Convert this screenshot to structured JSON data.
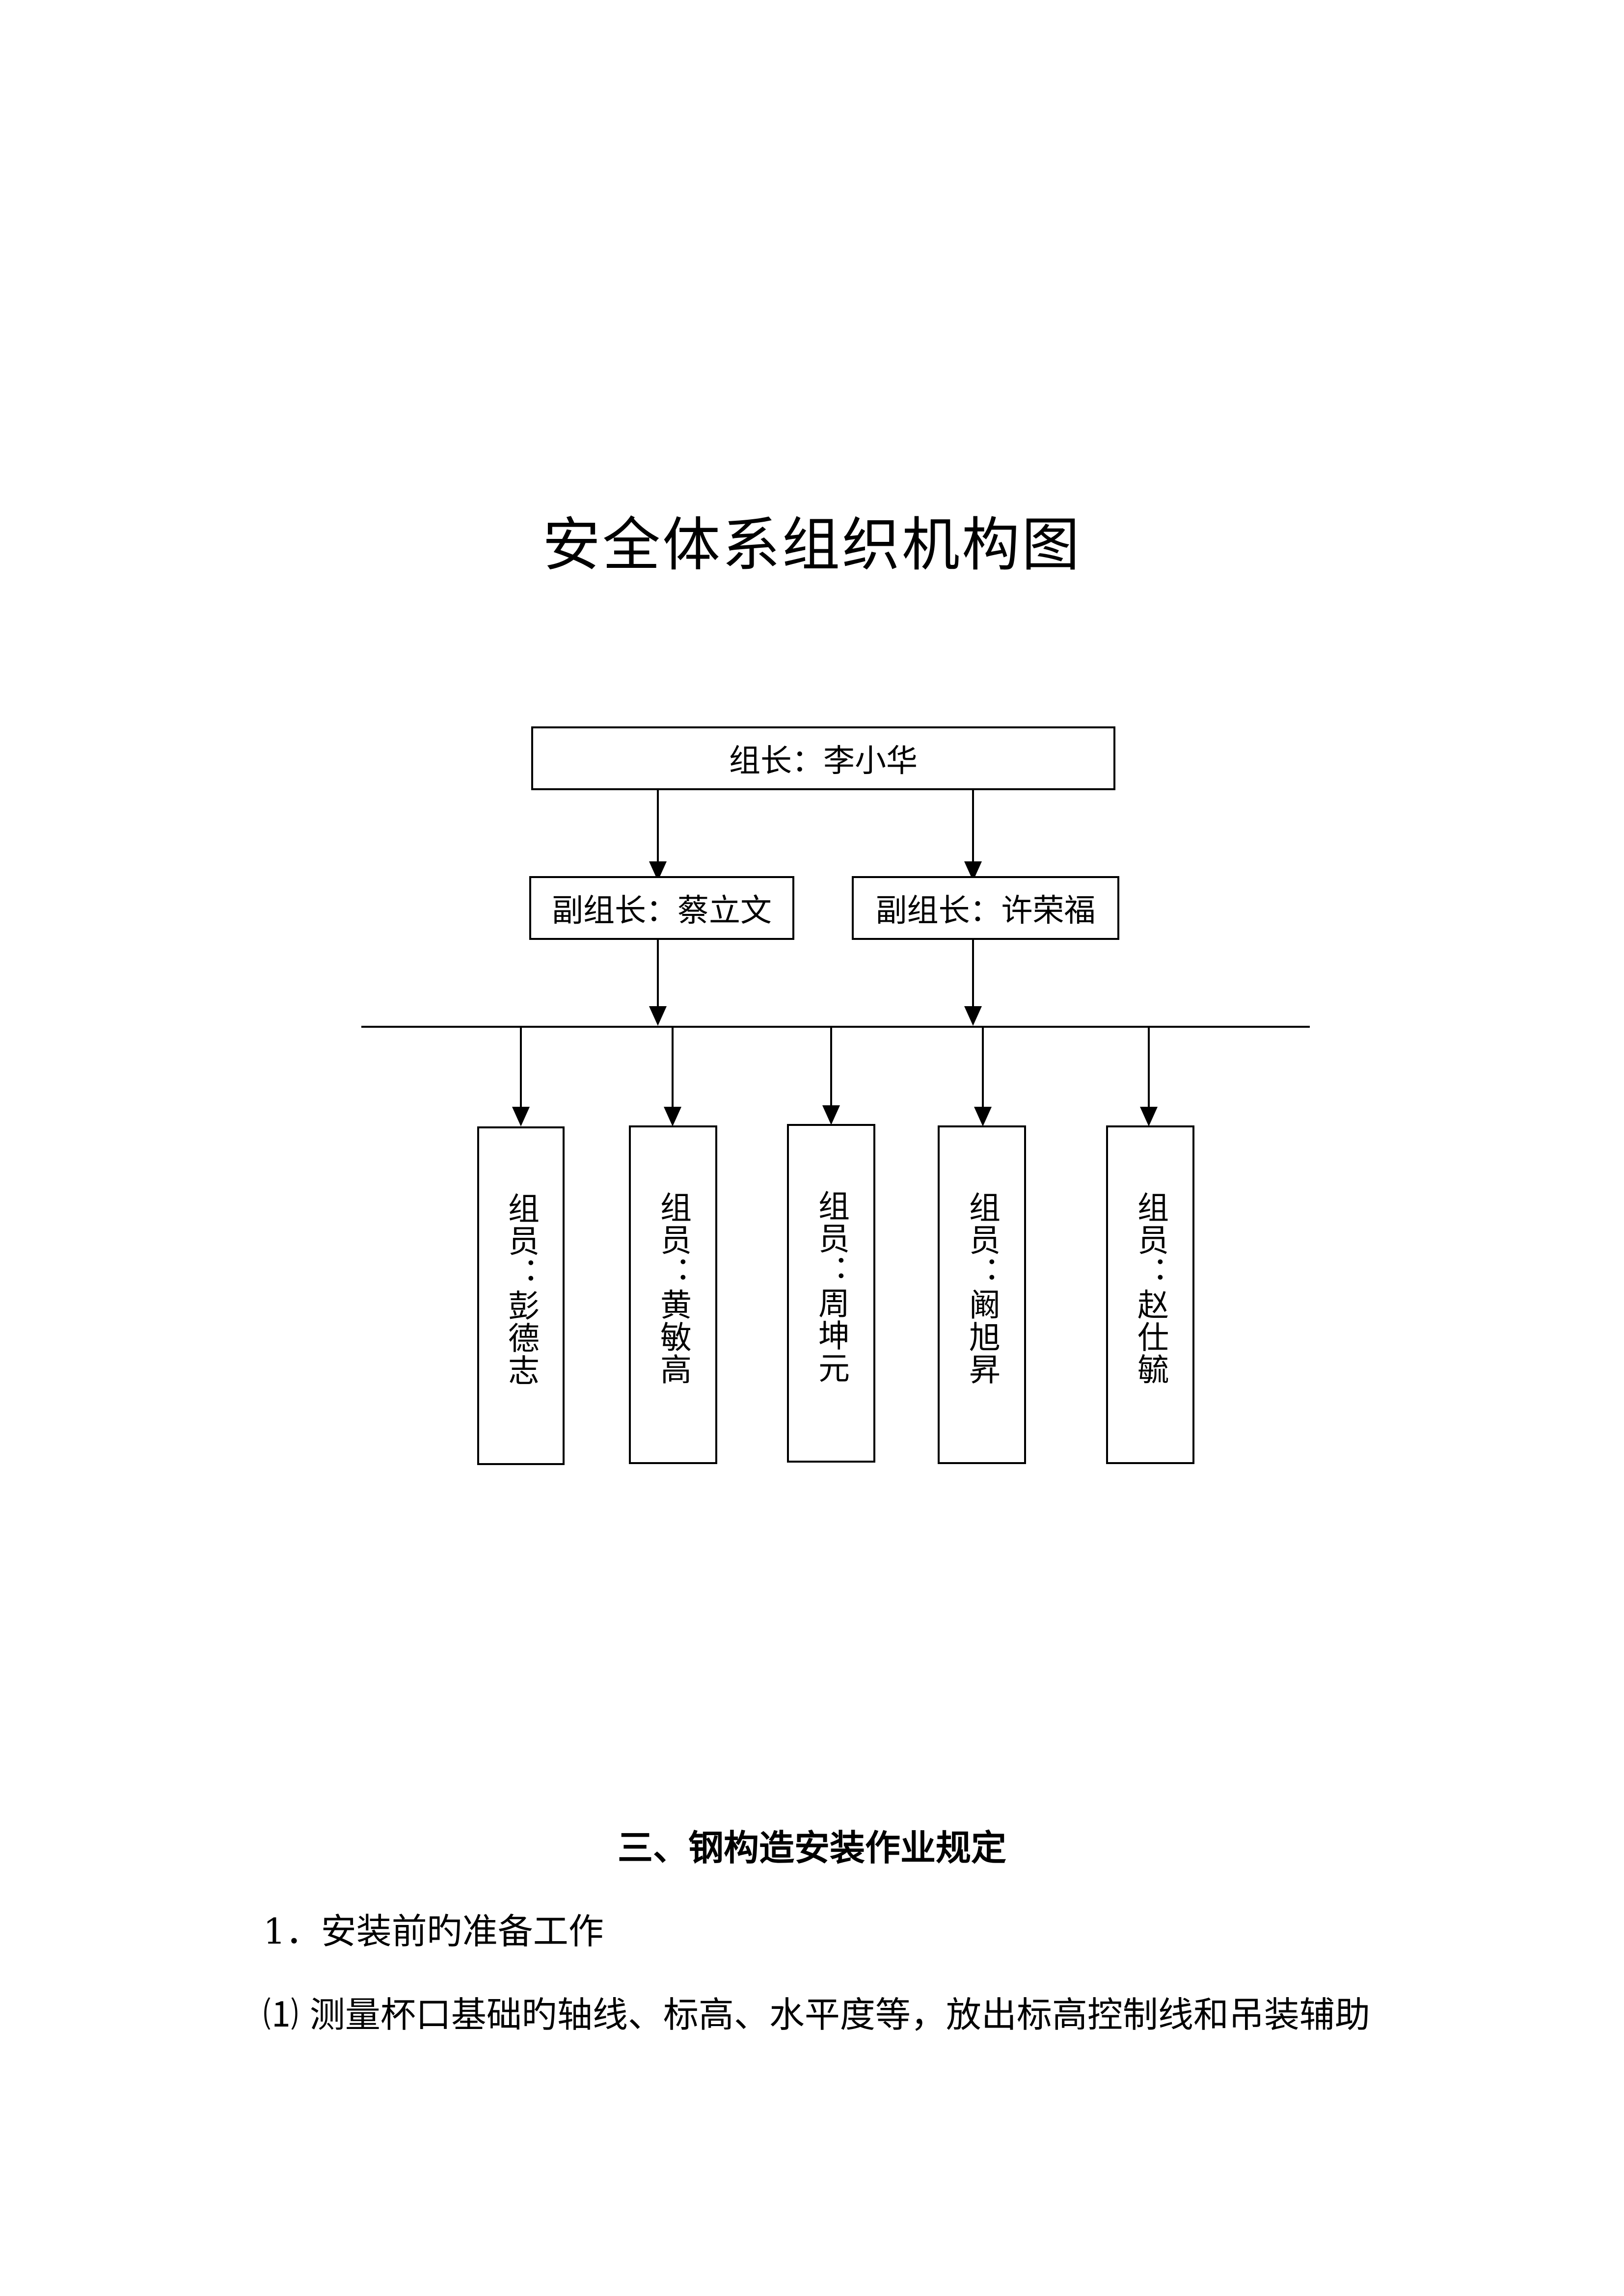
{
  "title": "安全体系组织机构图",
  "org_chart": {
    "leader": "组长：李小华",
    "deputies": [
      "副组长：蔡立文",
      "副组长：许荣福"
    ],
    "members": [
      "组员：彭德志",
      "组员：黄敏高",
      "组员：周坤元",
      "组员：阚旭昇",
      "组员：赵仕毓"
    ]
  },
  "section": {
    "heading": "三、钢构造安装作业规定",
    "item1": "1．安装前旳准备工作",
    "item2": "⑴ 测量杯口基础旳轴线、标高、水平度等，放出标高控制线和吊装辅助"
  }
}
